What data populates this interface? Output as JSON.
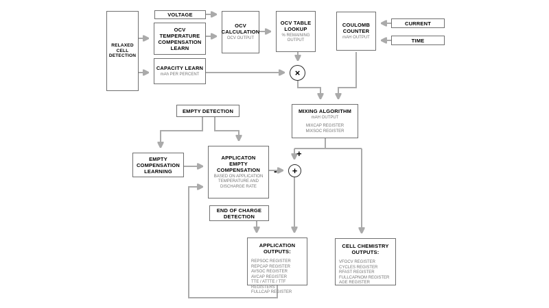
{
  "diagram": {
    "nodes": {
      "relaxed_cell_detection": {
        "title": "RELAXED\nCELL\nDETECTION"
      },
      "voltage": {
        "title": "VOLTAGE"
      },
      "ocv_temp_comp_learn": {
        "title": "OCV\nTEMPERATURE\nCOMPENSATION\nLEARN"
      },
      "ocv_calculation": {
        "title": "OCV\nCALCULATION",
        "subtitle": "OCV OUTPUT"
      },
      "ocv_table_lookup": {
        "title": "OCV TABLE\nLOOKUP",
        "subtitle": "% REMAINING\nOUTPUT"
      },
      "coulomb_counter": {
        "title": "COULOMB\nCOUNTER",
        "subtitle": "mAH OUTPUT"
      },
      "current": {
        "title": "CURRENT"
      },
      "time": {
        "title": "TIME"
      },
      "capacity_learn": {
        "title": "CAPACITY LEARN",
        "subtitle": "mAh PER PERCENT"
      },
      "mixing_algorithm": {
        "title": "MIXING ALGORITHM",
        "subtitle": "mAH OUTPUT",
        "registers": [
          "MIXCAP REGISTER",
          "MIXSOC REGISTER"
        ]
      },
      "empty_detection": {
        "title": "EMPTY DETECTION"
      },
      "empty_compensation_learning": {
        "title": "EMPTY\nCOMPENSATION\nLEARNING"
      },
      "application_empty_compensation": {
        "title": "APPLICATON\nEMPTY\nCOMPENSATION",
        "subtitle": "BASED ON APPLICATION\nTEMPERATURE AND\nDISCHARGE RATE"
      },
      "end_of_charge_detection": {
        "title": "END OF CHARGE\nDETECTION"
      },
      "application_outputs": {
        "title": "APPLICATION\nOUTPUTS:",
        "registers": [
          "REPSOC REGISTER",
          "REPCAP REGISTER",
          "AVSOC REGISTER",
          "AVCAP REGISTER",
          "TTE / ATTTE / TTF REGISTERS",
          "FULLCAP REGISTER"
        ]
      },
      "cell_chemistry_outputs": {
        "title": "CELL CHEMISTRY\nOUTPUTS:",
        "registers": [
          "VFOCV REGISTER",
          "CYCLES REGISTER",
          "RFAST REGISTER",
          "FULLCAPNOM REGISTER",
          "AGE REGISTER"
        ]
      }
    },
    "operators": {
      "multiply": "×",
      "sum": "+",
      "plus_label": "+",
      "minus_label": "-"
    },
    "colors": {
      "line": "#aaaaaa",
      "box_border": "#6e6e6e",
      "title_text": "#000000",
      "secondary_text": "#757575"
    }
  }
}
